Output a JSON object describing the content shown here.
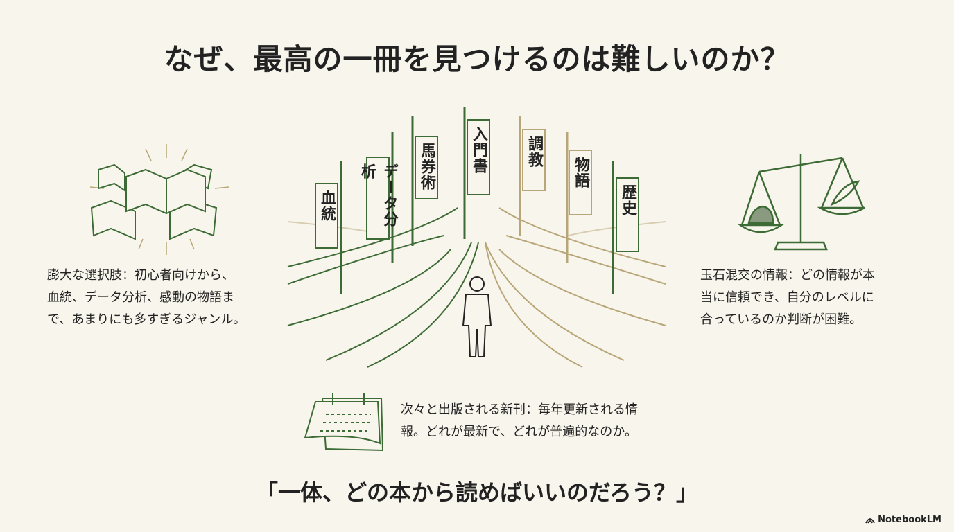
{
  "title": "なぜ、最高の一冊を見つけるのは難しいのか？",
  "left_text": [
    "膨大な選択肢：初心者向けから、",
    "血統、データ分析、感動の物語ま",
    "で、あまりにも多すぎるジャンル。"
  ],
  "right_text": [
    "玉石混交の情報：どの情報が本",
    "当に信頼でき、自分のレベルに",
    "合っているのか判断が困難。"
  ],
  "bottom_text": [
    "次々と出版される新刊：毎年更新される情",
    "報。どれが最新で、どれが普遍的なのか。"
  ],
  "flags": [
    "血統",
    "データ分析",
    "馬券術",
    "入門書",
    "調教",
    "物語",
    "歴史"
  ],
  "quote": "「一体、どの本から読めばいいのだろう？」",
  "brand": "NotebookLM",
  "colors": {
    "background": "#f8f5ec",
    "green": "#3d6b35",
    "tan": "#b8a678"
  }
}
